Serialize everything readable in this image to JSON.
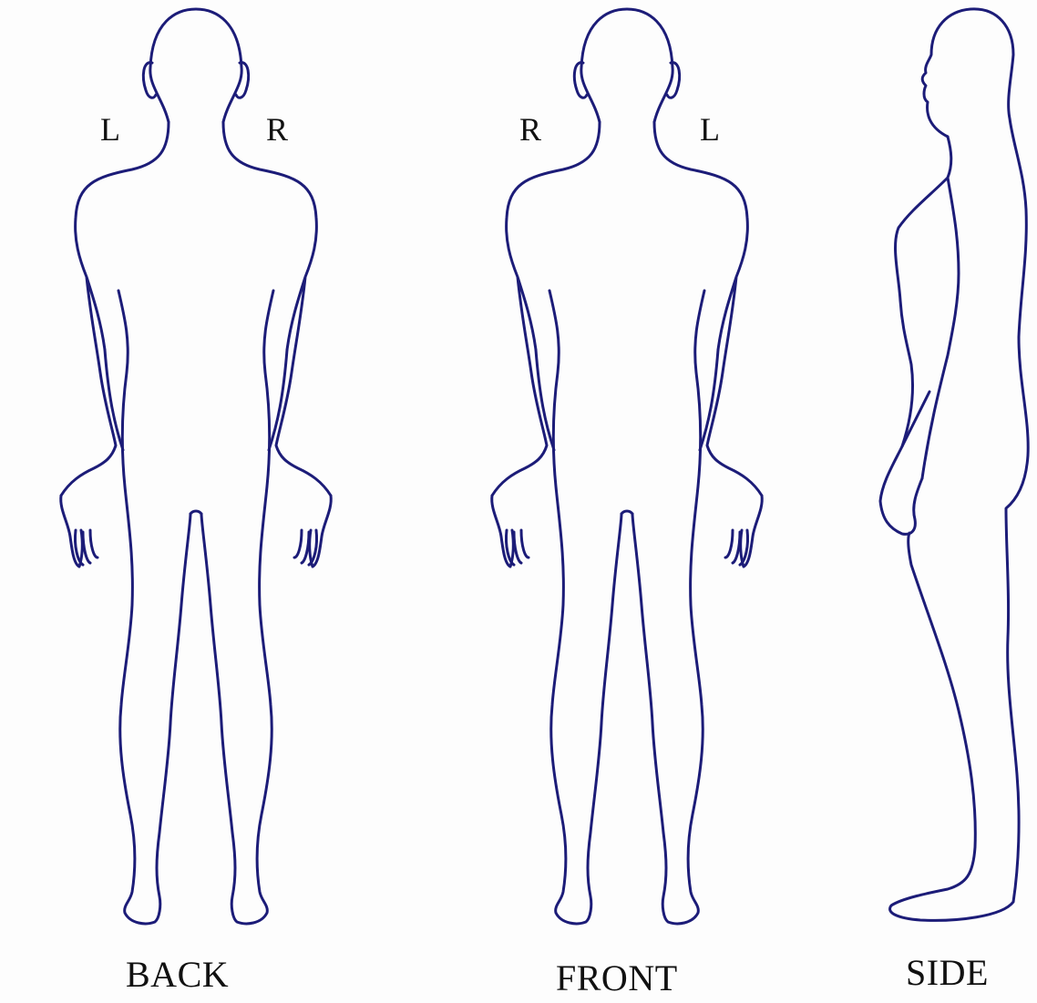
{
  "diagram": {
    "outline_color": "#1c1c78",
    "background": "#fdfdfd",
    "views": [
      {
        "id": "back",
        "label": "BACK",
        "left_side": "L",
        "right_side": "R"
      },
      {
        "id": "front",
        "label": "FRONT",
        "left_side": "R",
        "right_side": "L"
      },
      {
        "id": "side",
        "label": "SIDE"
      }
    ]
  }
}
